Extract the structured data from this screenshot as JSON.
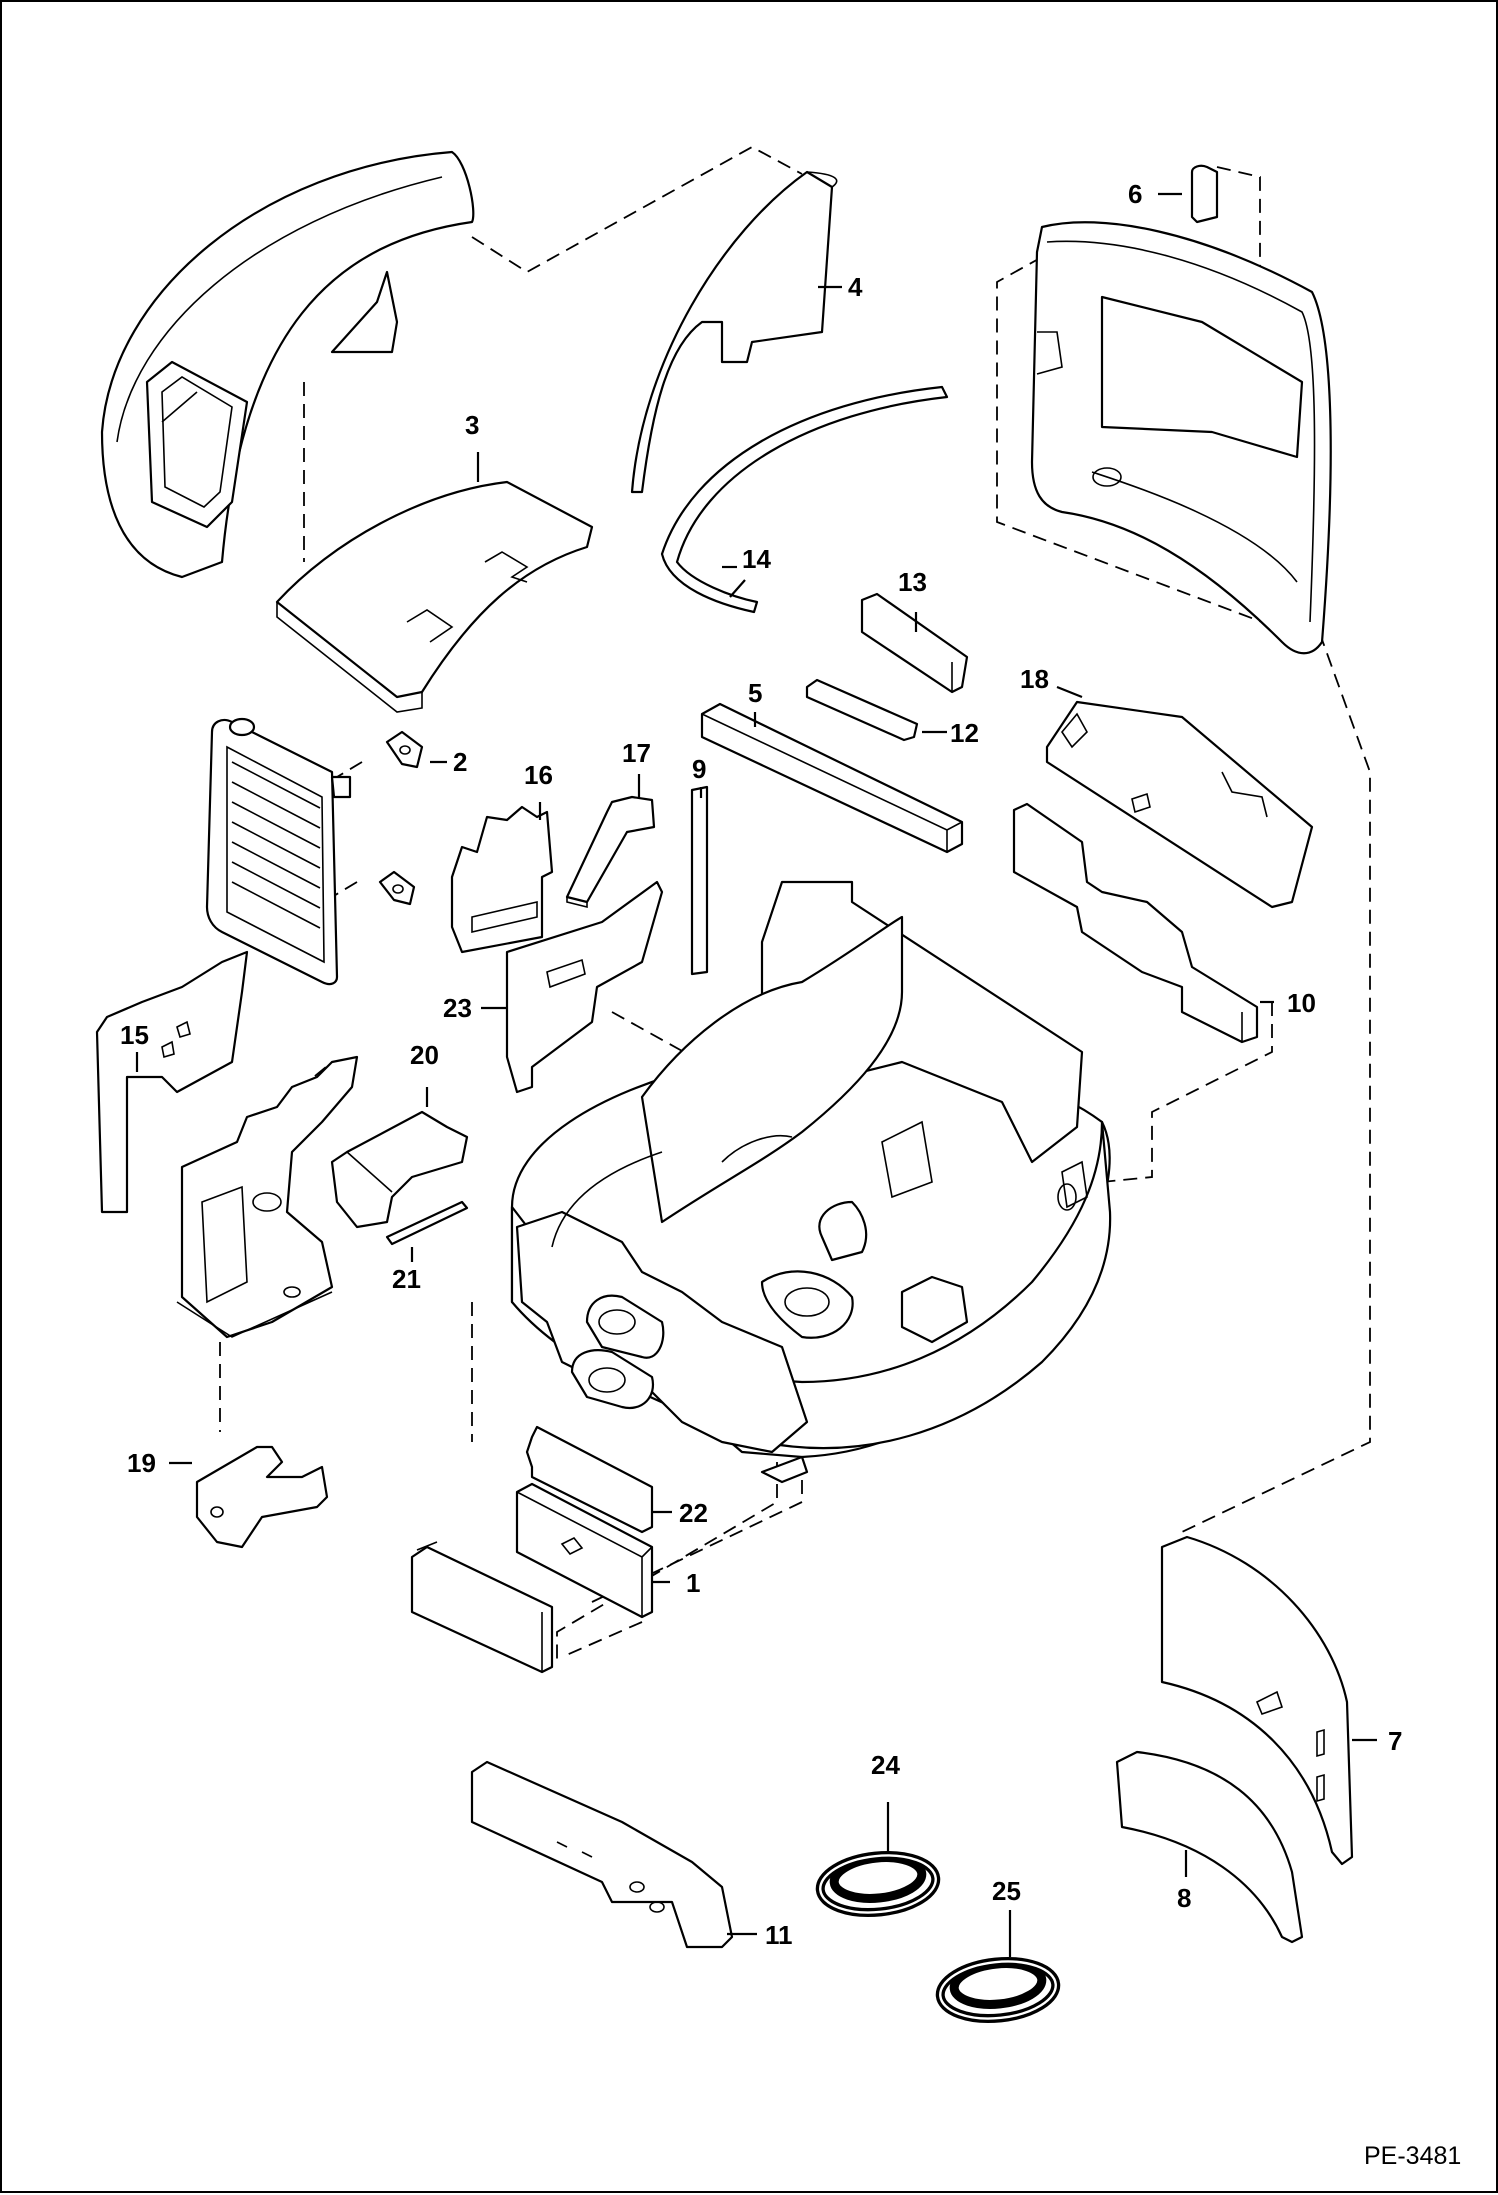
{
  "diagram": {
    "reference": "PE-3481",
    "callouts": [
      {
        "id": "1",
        "text": "1"
      },
      {
        "id": "2",
        "text": "2"
      },
      {
        "id": "3",
        "text": "3"
      },
      {
        "id": "4",
        "text": "4"
      },
      {
        "id": "5",
        "text": "5"
      },
      {
        "id": "6",
        "text": "6"
      },
      {
        "id": "7",
        "text": "7"
      },
      {
        "id": "8",
        "text": "8"
      },
      {
        "id": "9",
        "text": "9"
      },
      {
        "id": "10",
        "text": "10"
      },
      {
        "id": "11",
        "text": "11"
      },
      {
        "id": "12",
        "text": "12"
      },
      {
        "id": "13",
        "text": "13"
      },
      {
        "id": "14",
        "text": "14"
      },
      {
        "id": "15",
        "text": "15"
      },
      {
        "id": "16",
        "text": "16"
      },
      {
        "id": "17",
        "text": "17"
      },
      {
        "id": "18",
        "text": "18"
      },
      {
        "id": "19",
        "text": "19"
      },
      {
        "id": "20",
        "text": "20"
      },
      {
        "id": "21",
        "text": "21"
      },
      {
        "id": "22",
        "text": "22"
      },
      {
        "id": "23",
        "text": "23"
      },
      {
        "id": "24",
        "text": "24"
      },
      {
        "id": "25",
        "text": "25"
      }
    ]
  }
}
